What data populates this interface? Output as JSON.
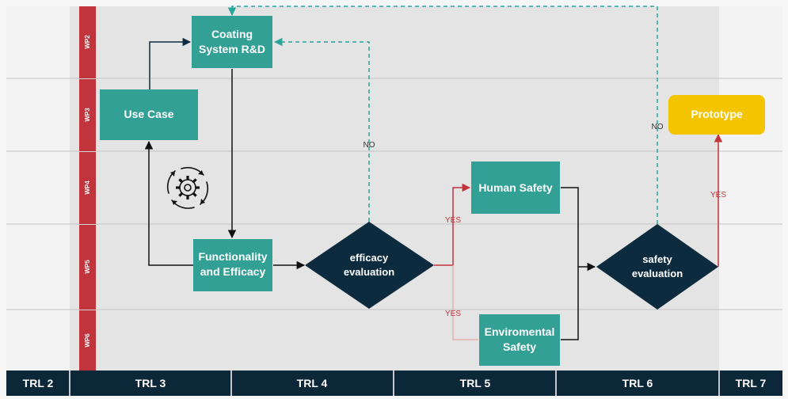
{
  "colors": {
    "teal": "#33a096",
    "navy": "#0d2b3e",
    "yellow": "#f5c400",
    "red": "#c1343b",
    "dash": "#2aa59a",
    "footer": "#0c2738"
  },
  "lanes": [
    {
      "label": "WP2"
    },
    {
      "label": "WP3"
    },
    {
      "label": "WP4"
    },
    {
      "label": "WP5"
    },
    {
      "label": "WP6"
    }
  ],
  "trl": [
    {
      "label": "TRL 2"
    },
    {
      "label": "TRL 3"
    },
    {
      "label": "TRL 4"
    },
    {
      "label": "TRL 5"
    },
    {
      "label": "TRL 6"
    },
    {
      "label": "TRL 7"
    }
  ],
  "nodes": {
    "coating": {
      "line1": "Coating",
      "line2": "System R&D"
    },
    "use_case": {
      "label": "Use Case"
    },
    "functionality": {
      "line1": "Functionality",
      "line2": "and Efficacy"
    },
    "efficacy": {
      "line1": "efficacy",
      "line2": "evaluation"
    },
    "human_safety": {
      "label": "Human Safety"
    },
    "env_safety": {
      "line1": "Enviromental",
      "line2": "Safety"
    },
    "safety_eval": {
      "line1": "safety",
      "line2": "evaluation"
    },
    "prototype": {
      "label": "Prototype"
    }
  },
  "edge_labels": {
    "no_efficacy": "NO",
    "no_safety": "NO",
    "yes_human": "YES",
    "yes_env": "YES",
    "yes_prototype": "YES"
  },
  "icons": {
    "cycle": "gear-cycle-icon"
  }
}
